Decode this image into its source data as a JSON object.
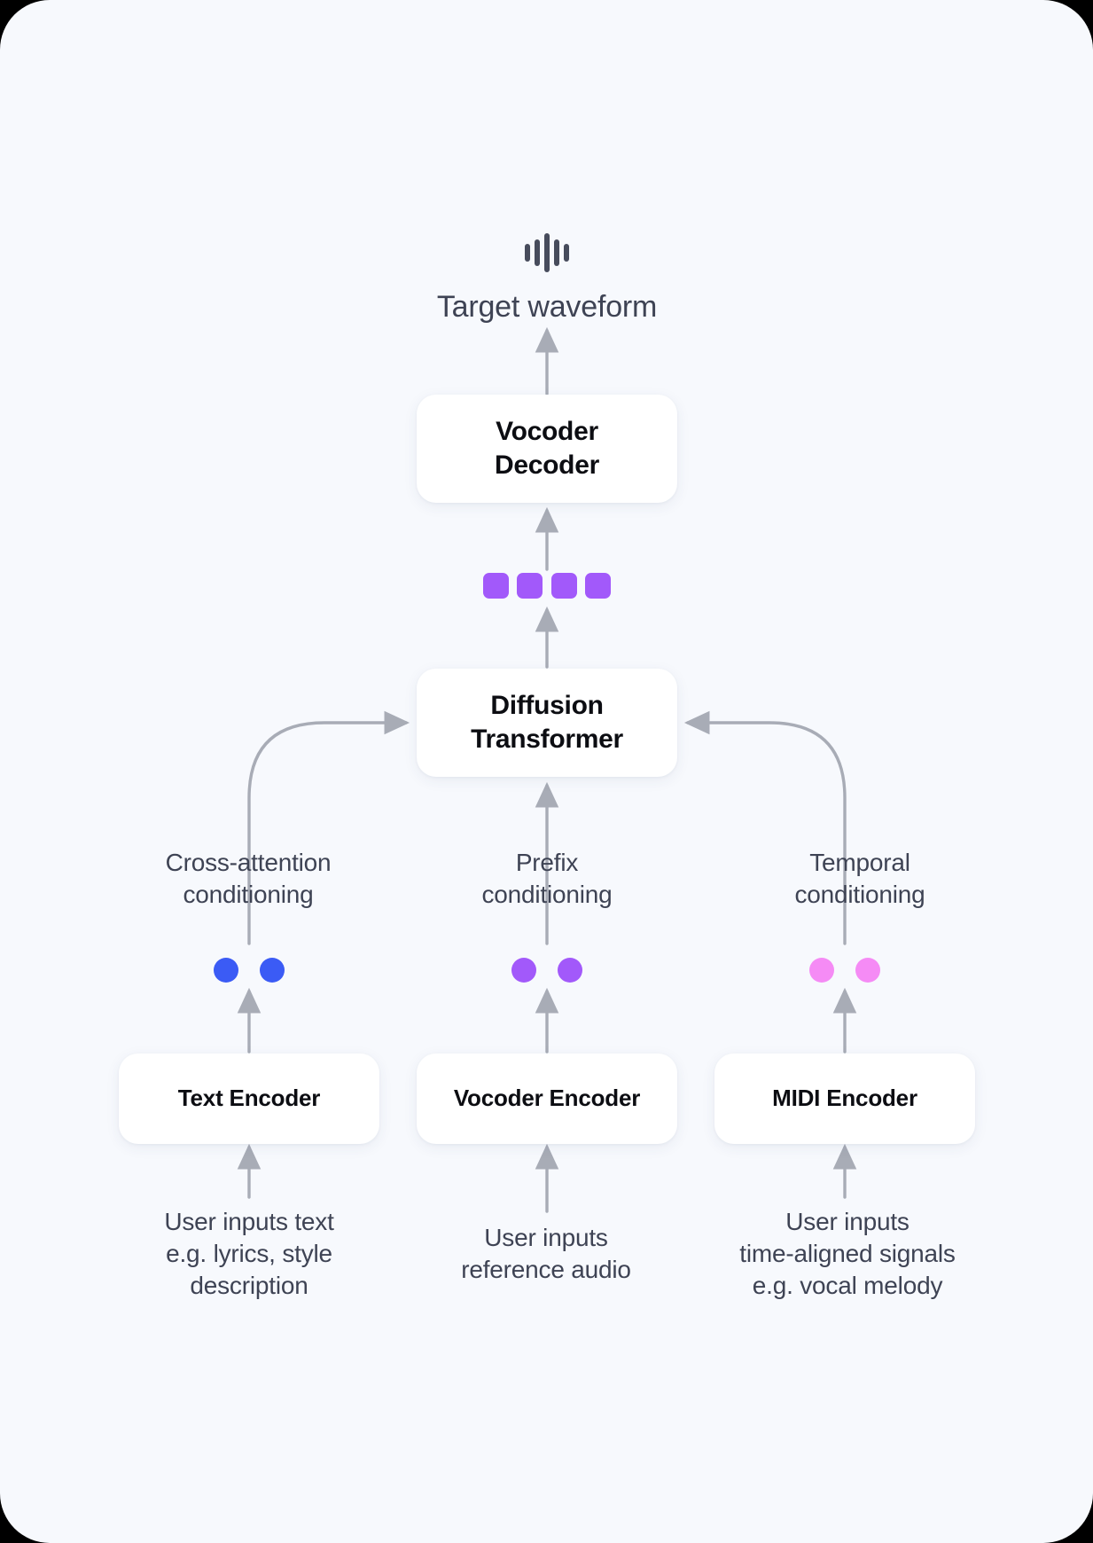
{
  "diagram": {
    "title": "Audio generation model architecture",
    "background_color": "#f7f9fd",
    "card_color": "#f7f9fd",
    "outer_color": "#000000",
    "connector_color": "#a8acb6",
    "box_color": "#ffffff",
    "box_text_color": "#0c0d12",
    "label_text_color": "#3e4354"
  },
  "output": {
    "icon": "waveform-icon",
    "label": "Target waveform"
  },
  "nodes": {
    "vocoder_decoder": {
      "label": "Vocoder\nDecoder",
      "line1": "Vocoder",
      "line2": "Decoder"
    },
    "diffusion_transformer": {
      "label": "Diffusion\nTransformer",
      "line1": "Diffusion",
      "line2": "Transformer"
    },
    "text_encoder": {
      "label": "Text Encoder"
    },
    "vocoder_encoder": {
      "label": "Vocoder Encoder"
    },
    "midi_encoder": {
      "label": "MIDI Encoder"
    }
  },
  "latent_tokens": {
    "name": "latent-tokens",
    "count": 4,
    "color": "#a259fa"
  },
  "conditioning": [
    {
      "id": "cross-attention",
      "label": "Cross-attention\nconditioning",
      "line1": "Cross-attention",
      "line2": "conditioning",
      "dot_color": "#3b5bf5",
      "dot_count": 2
    },
    {
      "id": "prefix",
      "label": "Prefix\nconditioning",
      "line1": "Prefix",
      "line2": "conditioning",
      "dot_color": "#a259fa",
      "dot_count": 2
    },
    {
      "id": "temporal",
      "label": "Temporal\nconditioning",
      "line1": "Temporal",
      "line2": "conditioning",
      "dot_color": "#f58bf5",
      "dot_count": 2
    }
  ],
  "inputs": [
    {
      "id": "text-input",
      "line1": "User inputs text",
      "line2": "e.g. lyrics, style",
      "line3": "description",
      "text": "User inputs text e.g. lyrics, style description"
    },
    {
      "id": "audio-input",
      "line1": "User inputs",
      "line2": "reference audio",
      "line3": "",
      "text": "User inputs reference audio"
    },
    {
      "id": "midi-input",
      "line1": "User inputs",
      "line2": "time-aligned signals",
      "line3": "e.g. vocal melody",
      "text": "User inputs time-aligned signals e.g. vocal melody"
    }
  ]
}
